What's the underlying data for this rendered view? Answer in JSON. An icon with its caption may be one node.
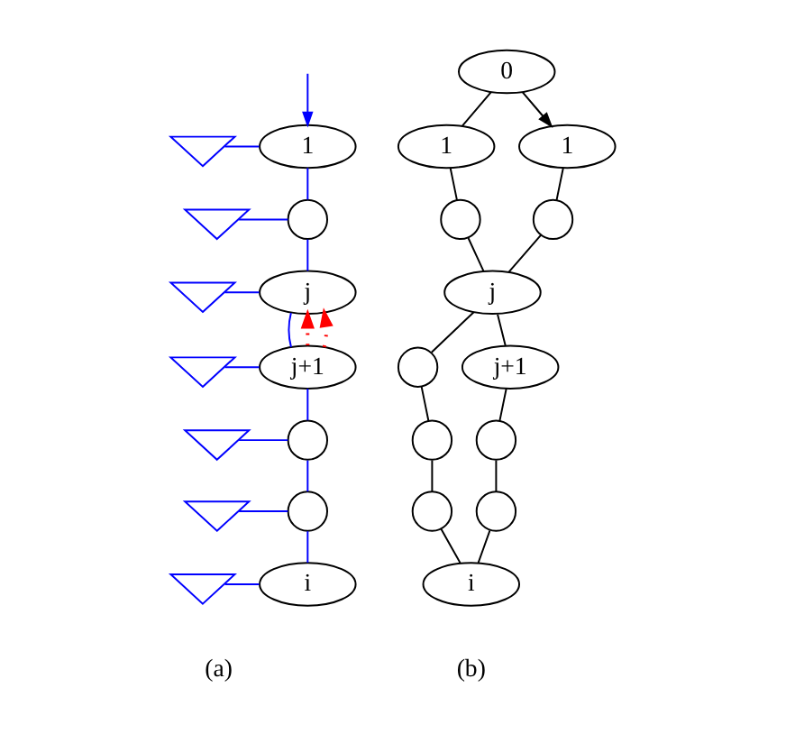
{
  "diagram": {
    "nodes": [
      {
        "text": [
          "1"
        ]
      },
      {
        "text": [],
        "shape": "circle"
      },
      {
        "text": [
          "j"
        ]
      },
      {
        "text": [
          "j+1"
        ]
      },
      {
        "text": [],
        "shape": "circle"
      },
      {
        "text": [],
        "shape": "circle"
      },
      {
        "text": [
          "i"
        ]
      },
      {
        "text": [],
        "shape": "tree"
      },
      {
        "text": [],
        "shape": "tree"
      },
      {
        "text": [],
        "shape": "tree"
      },
      {
        "text": [],
        "shape": "tree"
      },
      {
        "text": [],
        "shape": "tree"
      },
      {
        "text": [],
        "shape": "tree"
      },
      {
        "text": [],
        "shape": "tree"
      },
      {
        "text": [
          "0"
        ]
      },
      {
        "text": [
          "1"
        ]
      },
      {
        "text": [
          "1"
        ]
      },
      {
        "text": [],
        "shape": "circle"
      },
      {
        "text": [],
        "shape": "circle"
      },
      {
        "text": [
          "j"
        ]
      },
      {
        "text": [],
        "shape": "circle"
      },
      {
        "text": [
          "j+1"
        ]
      },
      {
        "text": [],
        "shape": "circle"
      },
      {
        "text": [],
        "shape": "circle"
      },
      {
        "text": [],
        "shape": "circle"
      },
      {
        "text": [],
        "shape": "circle"
      },
      {
        "text": [
          "i"
        ]
      }
    ],
    "edges": [
      {
        "from": null,
        "to": 0,
        "arrow": "to",
        "color": "#0000ff"
      },
      {
        "from": 0,
        "to": 1,
        "arrow": "none",
        "color": "#0000ff"
      },
      {
        "from": 1,
        "to": 2,
        "arrow": "none",
        "color": "#0000ff"
      },
      {
        "from": 2,
        "to": 3,
        "arrow": "none",
        "color": "#0000ff"
      },
      {
        "from": 3,
        "to": 4,
        "arrow": "none",
        "color": "#0000ff"
      },
      {
        "from": 4,
        "to": 5,
        "arrow": "none",
        "color": "#0000ff"
      },
      {
        "from": 5,
        "to": 6,
        "arrow": "none",
        "color": "#0000ff"
      },
      {
        "from": 7,
        "to": 0,
        "arrow": "none",
        "color": "#0000ff"
      },
      {
        "from": 8,
        "to": 1,
        "arrow": "none",
        "color": "#0000ff"
      },
      {
        "from": 9,
        "to": 2,
        "arrow": "none",
        "color": "#0000ff"
      },
      {
        "from": 10,
        "to": 3,
        "arrow": "none",
        "color": "#0000ff"
      },
      {
        "from": 11,
        "to": 4,
        "arrow": "none",
        "color": "#0000ff"
      },
      {
        "from": 12,
        "to": 5,
        "arrow": "none",
        "color": "#0000ff"
      },
      {
        "from": 13,
        "to": 6,
        "arrow": "none",
        "color": "#0000ff"
      },
      {
        "from": 3,
        "to": 2,
        "arrow": "to",
        "style": "dashed",
        "color": "#ff0000"
      },
      {
        "from": 3,
        "to": 2,
        "arrow": "to",
        "style": "dashed",
        "color": "#ff0000"
      },
      {
        "from": 14,
        "to": 15,
        "arrow": "none",
        "color": "#000000"
      },
      {
        "from": 14,
        "to": 16,
        "arrow": "to",
        "color": "#000000"
      },
      {
        "from": 15,
        "to": 17,
        "arrow": "none",
        "color": "#000000"
      },
      {
        "from": 16,
        "to": 18,
        "arrow": "none",
        "color": "#000000"
      },
      {
        "from": 17,
        "to": 19,
        "arrow": "none",
        "color": "#000000"
      },
      {
        "from": 18,
        "to": 19,
        "arrow": "none",
        "color": "#000000"
      },
      {
        "from": 19,
        "to": 20,
        "arrow": "none",
        "color": "#000000"
      },
      {
        "from": 19,
        "to": 21,
        "arrow": "none",
        "color": "#000000"
      },
      {
        "from": 20,
        "to": 22,
        "arrow": "none",
        "color": "#000000"
      },
      {
        "from": 21,
        "to": 23,
        "arrow": "none",
        "color": "#000000"
      },
      {
        "from": 22,
        "to": 24,
        "arrow": "none",
        "color": "#000000"
      },
      {
        "from": 23,
        "to": 25,
        "arrow": "none",
        "color": "#000000"
      },
      {
        "from": 24,
        "to": 26,
        "arrow": "none",
        "color": "#000000"
      },
      {
        "from": 25,
        "to": 26,
        "arrow": "none",
        "color": "#000000"
      }
    ],
    "labels": [
      "(a)",
      "(b)"
    ]
  }
}
